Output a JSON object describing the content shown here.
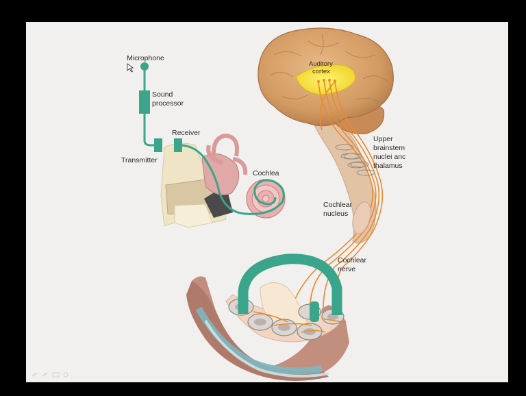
{
  "labels": {
    "microphone": "Microphone",
    "sound_processor_l1": "Sound",
    "sound_processor_l2": "processor",
    "receiver": "Receiver",
    "transmitter": "Transmitter",
    "cochlea": "Cochlea",
    "auditory_cortex_l1": "Auditory",
    "auditory_cortex_l2": "cortex",
    "upper_brainstem_l1": "Upper",
    "upper_brainstem_l2": "brainstem",
    "upper_brainstem_l3": "nuclei anc",
    "upper_brainstem_l4": "thalamus",
    "cochlear_nucleus_l1": "Cochlear",
    "cochlear_nucleus_l2": "nucleus",
    "cochlear_nerve_l1": "Cochlear",
    "cochlear_nerve_l2": "nerve"
  },
  "colors": {
    "implant": "#3aa58a",
    "nerve": "#e98a2e",
    "brain": "#d9a06a",
    "cortex": "#f2dd3a",
    "slide_bg": "#f1f0ee"
  }
}
